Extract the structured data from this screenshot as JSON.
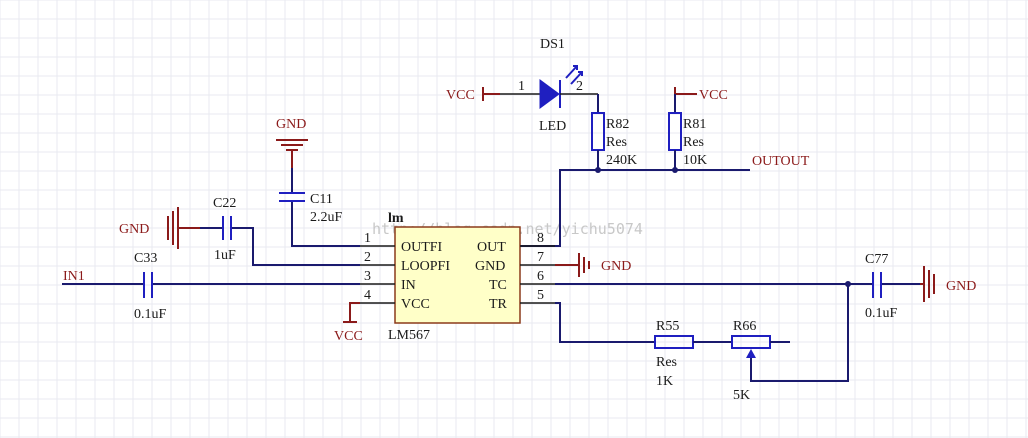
{
  "watermark": "http://blog.csdn.net/yichu5074",
  "ic": {
    "name": "lm",
    "part": "LM567",
    "pins_left": [
      {
        "num": "1",
        "name": "OUTFI"
      },
      {
        "num": "2",
        "name": "LOOPFI"
      },
      {
        "num": "3",
        "name": "IN"
      },
      {
        "num": "4",
        "name": "VCC"
      }
    ],
    "pins_right": [
      {
        "num": "8",
        "name": "OUT"
      },
      {
        "num": "7",
        "name": "GND"
      },
      {
        "num": "6",
        "name": "TC"
      },
      {
        "num": "5",
        "name": "TR"
      }
    ]
  },
  "led": {
    "ref": "DS1",
    "type": "LED",
    "pin1": "1",
    "pin2": "2",
    "supply": "VCC"
  },
  "r82": {
    "ref": "R82",
    "type": "Res",
    "value": "240K"
  },
  "r81": {
    "ref": "R81",
    "type": "Res",
    "value": "10K",
    "supply": "VCC"
  },
  "net_output": "OUTOUT",
  "c11": {
    "ref": "C11",
    "value": "2.2uF",
    "gnd": "GND"
  },
  "c22": {
    "ref": "C22",
    "value": "1uF",
    "gnd": "GND"
  },
  "c33": {
    "ref": "C33",
    "value": "0.1uF"
  },
  "net_input": "IN1",
  "pin7_gnd": "GND",
  "pin4_vcc": "VCC",
  "c77": {
    "ref": "C77",
    "value": "0.1uF",
    "gnd": "GND"
  },
  "r55": {
    "ref": "R55",
    "type": "Res",
    "value": "1K"
  },
  "r66": {
    "ref": "R66",
    "value": "5K"
  }
}
